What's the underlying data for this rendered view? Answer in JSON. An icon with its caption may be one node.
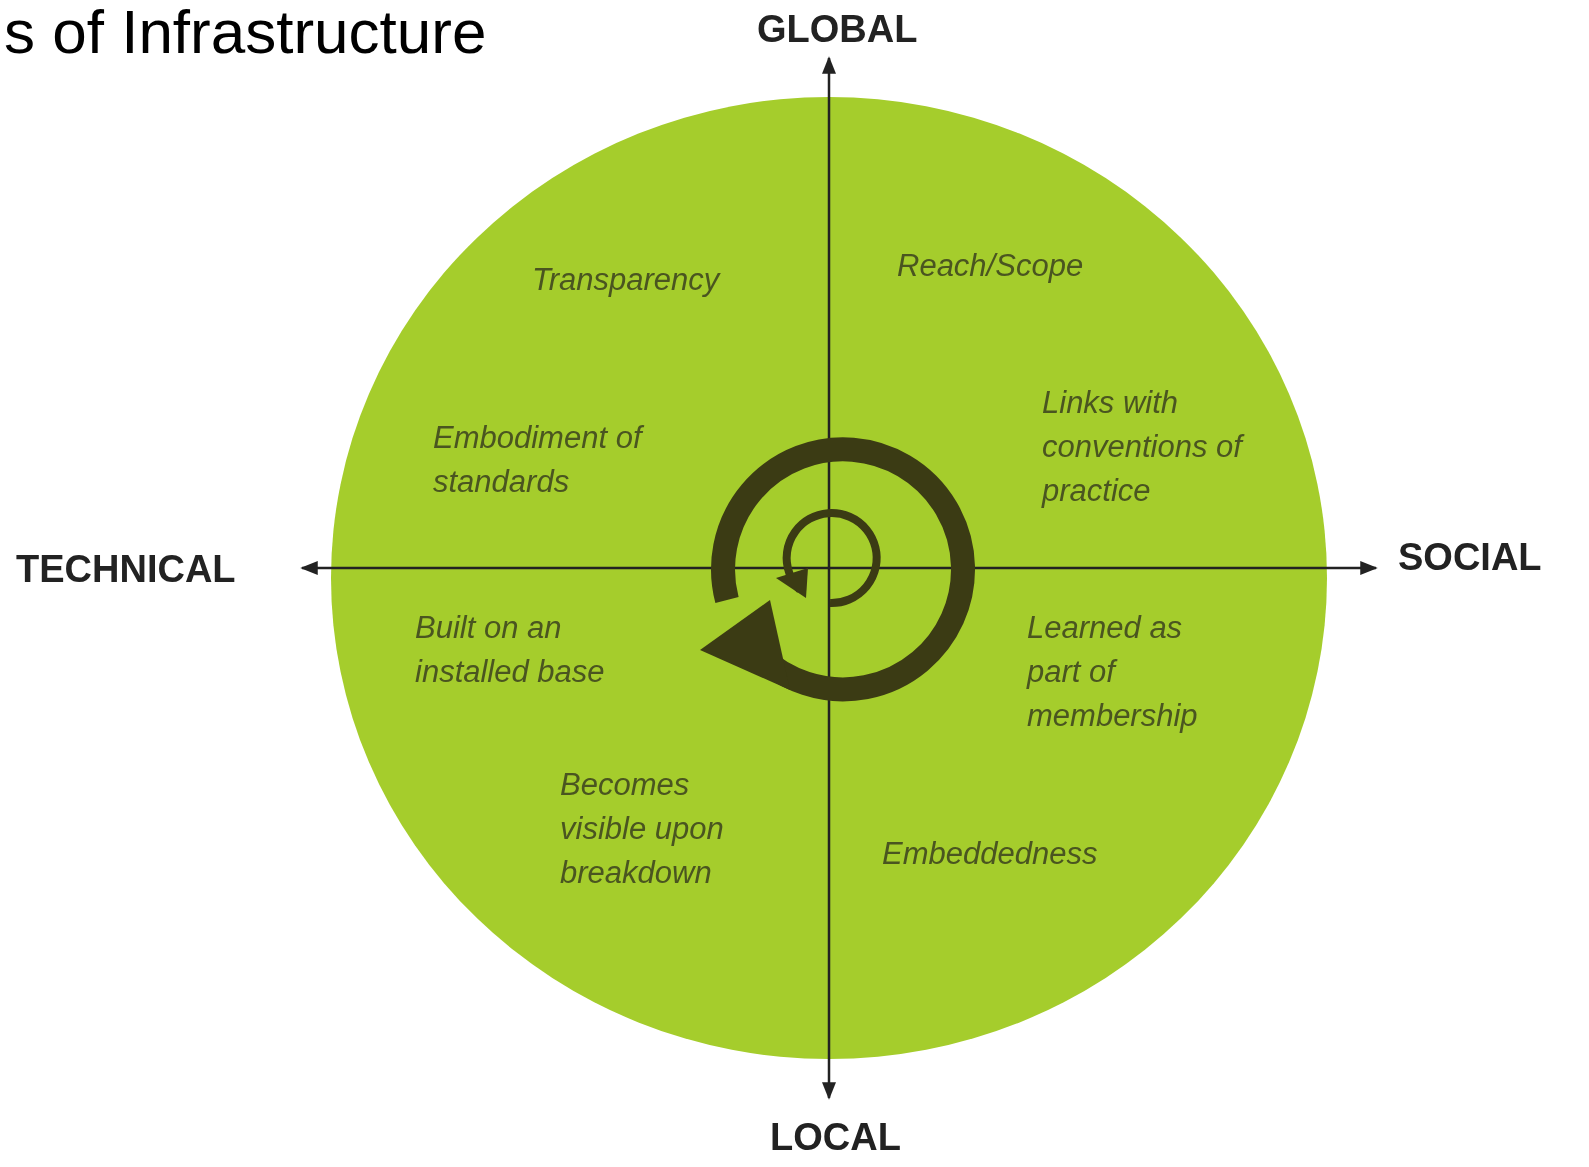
{
  "diagram": {
    "title": "s of Infrastructure",
    "labels": [
      "GLOBAL",
      "Transparency",
      "Reach/Scope",
      "Embodiment of standards",
      "Links with conventions of practice",
      "TECHNICAL",
      "SOCIAL",
      "Built on an installed base",
      "Learned as part of membership",
      "Becomes visible upon breakdown",
      "Embeddedness",
      "LOCAL"
    ]
  }
}
